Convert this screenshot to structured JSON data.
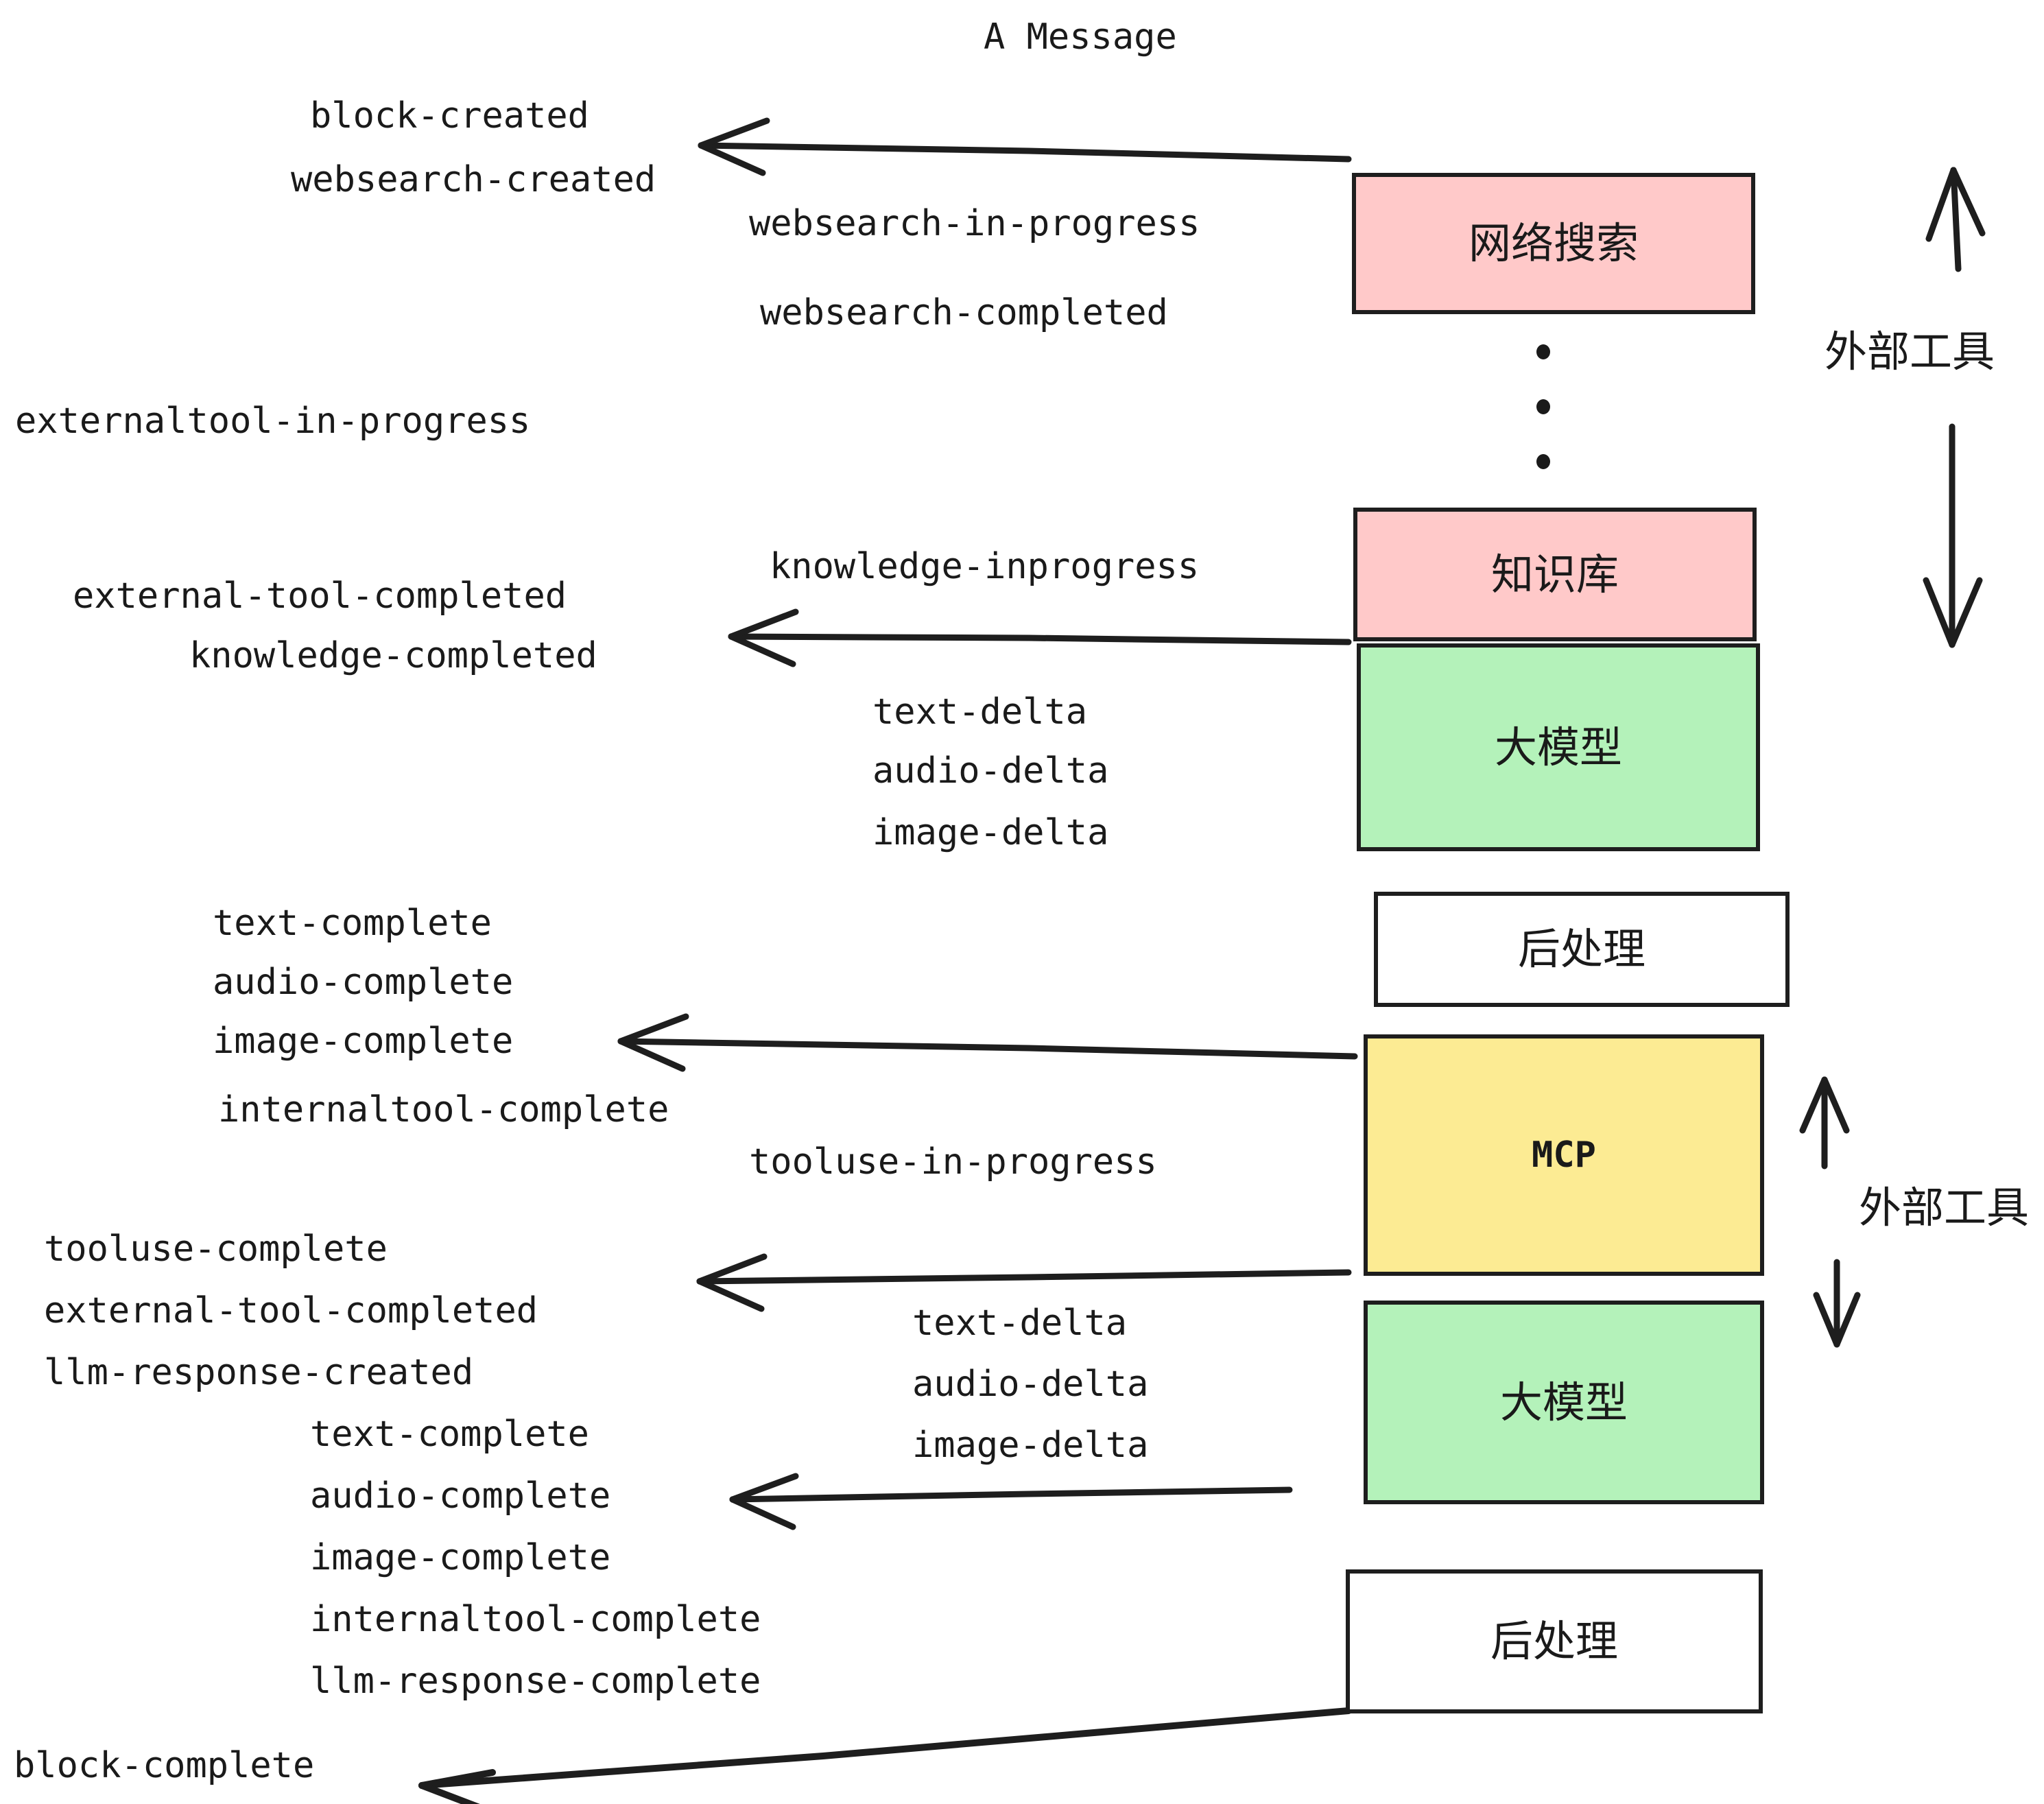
{
  "title": "A Message",
  "colors": {
    "pink": "#FFC9C9",
    "green": "#B4F2BA",
    "yellow": "#FCEB93",
    "white": "#FFFFFF",
    "stroke": "#1E1E1E",
    "text": "#1A1A1A"
  },
  "boxes": [
    {
      "id": "websearch",
      "label": "网络搜索",
      "fill": "#FFC9C9"
    },
    {
      "id": "knowledge",
      "label": "知识库",
      "fill": "#FFC9C9"
    },
    {
      "id": "llm-1",
      "label": "大模型",
      "fill": "#B4F2BA"
    },
    {
      "id": "postprocess-1",
      "label": "后处理",
      "fill": "#FFFFFF"
    },
    {
      "id": "mcp",
      "label": "MCP",
      "fill": "#FCEB93"
    },
    {
      "id": "llm-2",
      "label": "大模型",
      "fill": "#B4F2BA"
    },
    {
      "id": "postprocess-2",
      "label": "后处理",
      "fill": "#FFFFFF"
    }
  ],
  "side_labels": [
    {
      "id": "external-tool-top",
      "label": "外部工具"
    },
    {
      "id": "external-tool-bottom",
      "label": "外部工具"
    }
  ],
  "events": {
    "block_created": "block-created",
    "websearch_created": "websearch-created",
    "websearch_in_progress": "websearch-in-progress",
    "websearch_completed": "websearch-completed",
    "externaltool_in_progress": "externaltool-in-progress",
    "knowledge_inprogress": "knowledge-inprogress",
    "external_tool_completed_1": "external-tool-completed",
    "knowledge_completed": "knowledge-completed",
    "text_delta_1": "text-delta",
    "audio_delta_1": "audio-delta",
    "image_delta_1": "image-delta",
    "text_complete_1": "text-complete",
    "audio_complete_1": "audio-complete",
    "image_complete_1": "image-complete",
    "internaltool_complete_1": "internaltool-complete",
    "tooluse_in_progress": "tooluse-in-progress",
    "tooluse_complete": "tooluse-complete",
    "external_tool_completed_2": "external-tool-completed",
    "llm_response_created": "llm-response-created",
    "text_delta_2": "text-delta",
    "audio_delta_2": "audio-delta",
    "image_delta_2": "image-delta",
    "text_complete_2": "text-complete",
    "audio_complete_2": "audio-complete",
    "image_complete_2": "image-complete",
    "internaltool_complete_2": "internaltool-complete",
    "llm_response_complete": "llm-response-complete",
    "block_complete": "block-complete"
  }
}
